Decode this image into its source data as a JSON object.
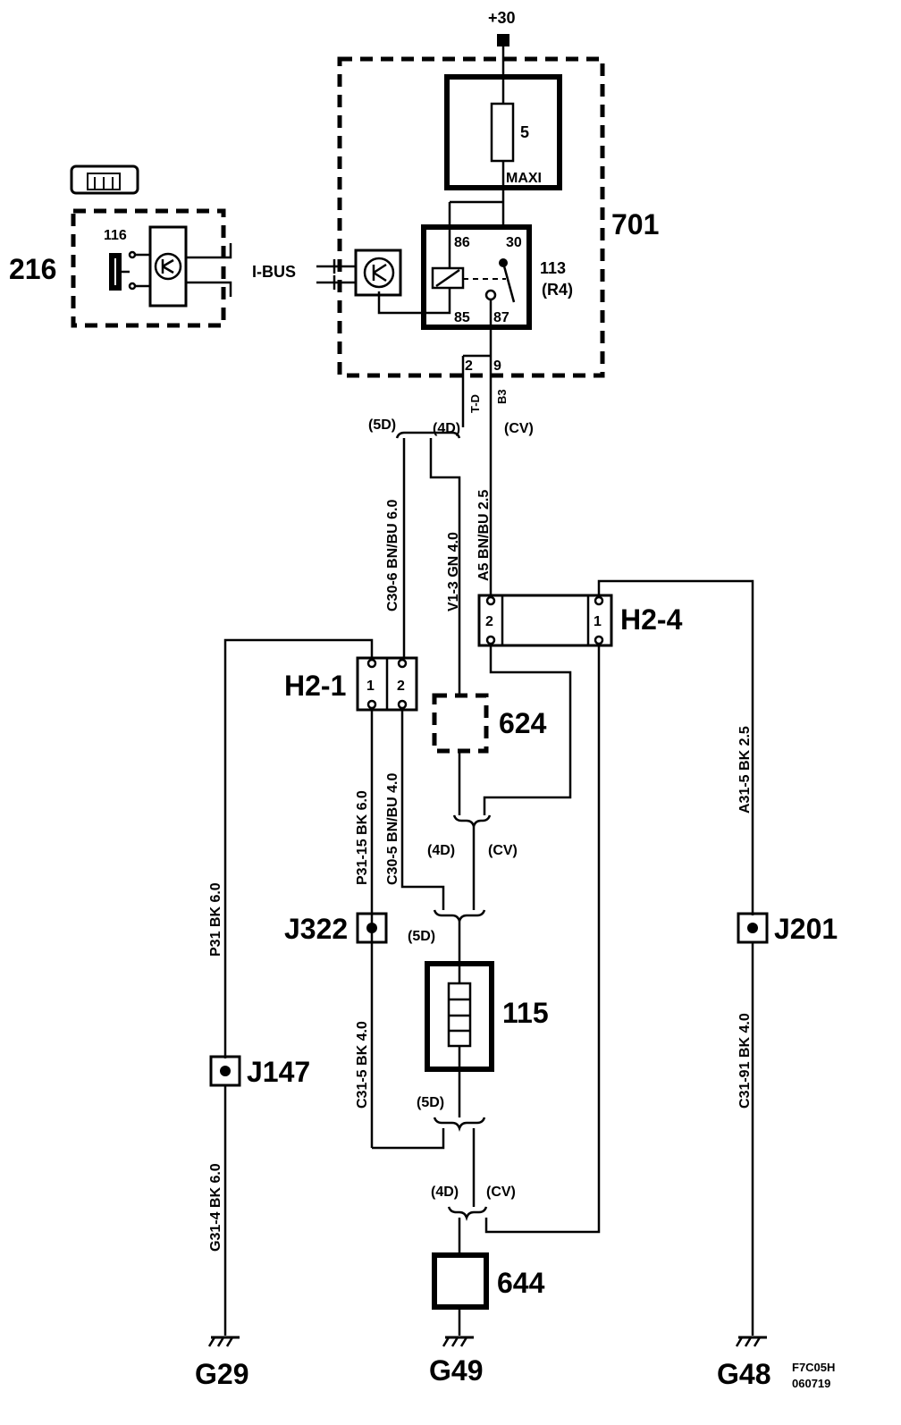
{
  "labels": {
    "supply": "+30",
    "fuse_value": "5",
    "fuse_type": "MAXI",
    "unit_701": "701",
    "relay_id": "113",
    "relay_alt": "(R4)",
    "pin86": "86",
    "pin30": "30",
    "pin85": "85",
    "pin87": "87",
    "module_216": "216",
    "switch_116": "116",
    "ibus": "I-BUS",
    "conn_pin2": "2",
    "conn_pin9": "9",
    "td": "T-D",
    "b3": "B3",
    "v5d_a": "(5D)",
    "v4d_a": "(4D)",
    "vcv_a": "(CV)",
    "w_c306": "C30-6  BN/BU  6.0",
    "w_v13": "V1-3  GN  4.0",
    "w_a5": "A5  BN/BU  2.5",
    "h24": "H2-4",
    "h24_p2": "2",
    "h24_p1": "1",
    "h21": "H2-1",
    "h21_p1": "1",
    "h21_p2": "2",
    "c624": "624",
    "w_a315": "A31-5  BK  2.5",
    "w_p3115": "P31-15  BK  6.0",
    "w_c305": "C30-5  BN/BU  4.0",
    "w_p31": "P31  BK  6.0",
    "v4d_b": "(4D)",
    "vcv_b": "(CV)",
    "j322": "J322",
    "j201": "J201",
    "j147": "J147",
    "v5d_b": "(5D)",
    "c115": "115",
    "w_c315": "C31-5  BK  4.0",
    "w_c3191": "C31-91  BK  4.0",
    "w_g314": "G31-4  BK  6.0",
    "v5d_c": "(5D)",
    "v4d_c": "(4D)",
    "vcv_c": "(CV)",
    "c644": "644",
    "g29": "G29",
    "g49": "G49",
    "g48": "G48",
    "ref1": "F7C05H",
    "ref2": "060719"
  }
}
